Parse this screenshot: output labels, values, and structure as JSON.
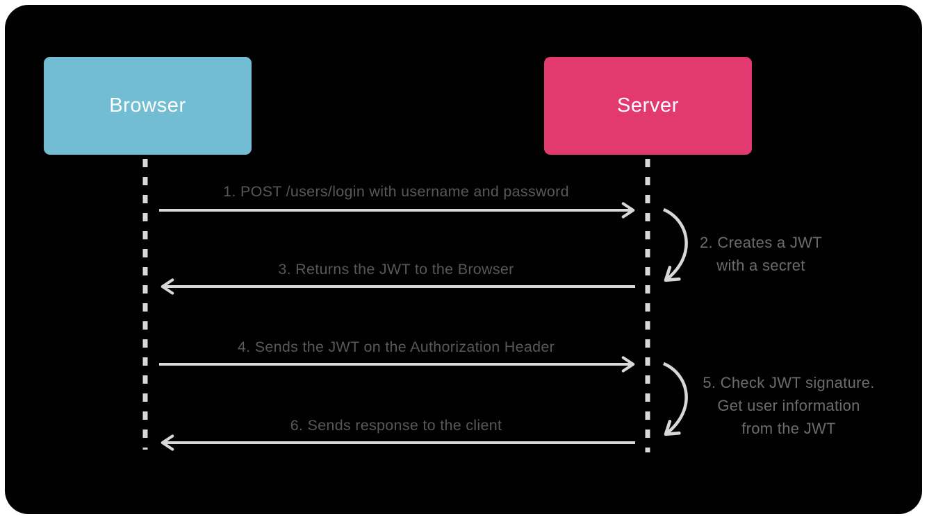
{
  "diagram": {
    "type": "sequence-diagram",
    "actors": [
      {
        "id": "browser",
        "label": "Browser"
      },
      {
        "id": "server",
        "label": "Server"
      }
    ],
    "messages": [
      {
        "label": "1. POST /users/login with username and password",
        "from": "browser",
        "to": "server",
        "direction": "right"
      },
      {
        "label": "3. Returns the JWT to the Browser",
        "from": "server",
        "to": "browser",
        "direction": "left"
      },
      {
        "label": "4. Sends the JWT on the Authorization Header",
        "from": "browser",
        "to": "server",
        "direction": "right"
      },
      {
        "label": "6. Sends response to the client",
        "from": "server",
        "to": "browser",
        "direction": "left"
      }
    ],
    "server_notes": [
      {
        "lines": [
          "2. Creates a JWT",
          "with a secret"
        ]
      },
      {
        "lines": [
          "5. Check JWT signature.",
          "Get user information",
          "from the JWT"
        ]
      }
    ],
    "colors": {
      "page": "#ffffff",
      "background": "#010101",
      "browser-box": "#72BDD3",
      "server-box": "#E23A70",
      "box-text": "#FFFFFF",
      "line": "#D8D8D8",
      "message-text": "#57585B",
      "note-text": "#6B6C6F"
    }
  }
}
